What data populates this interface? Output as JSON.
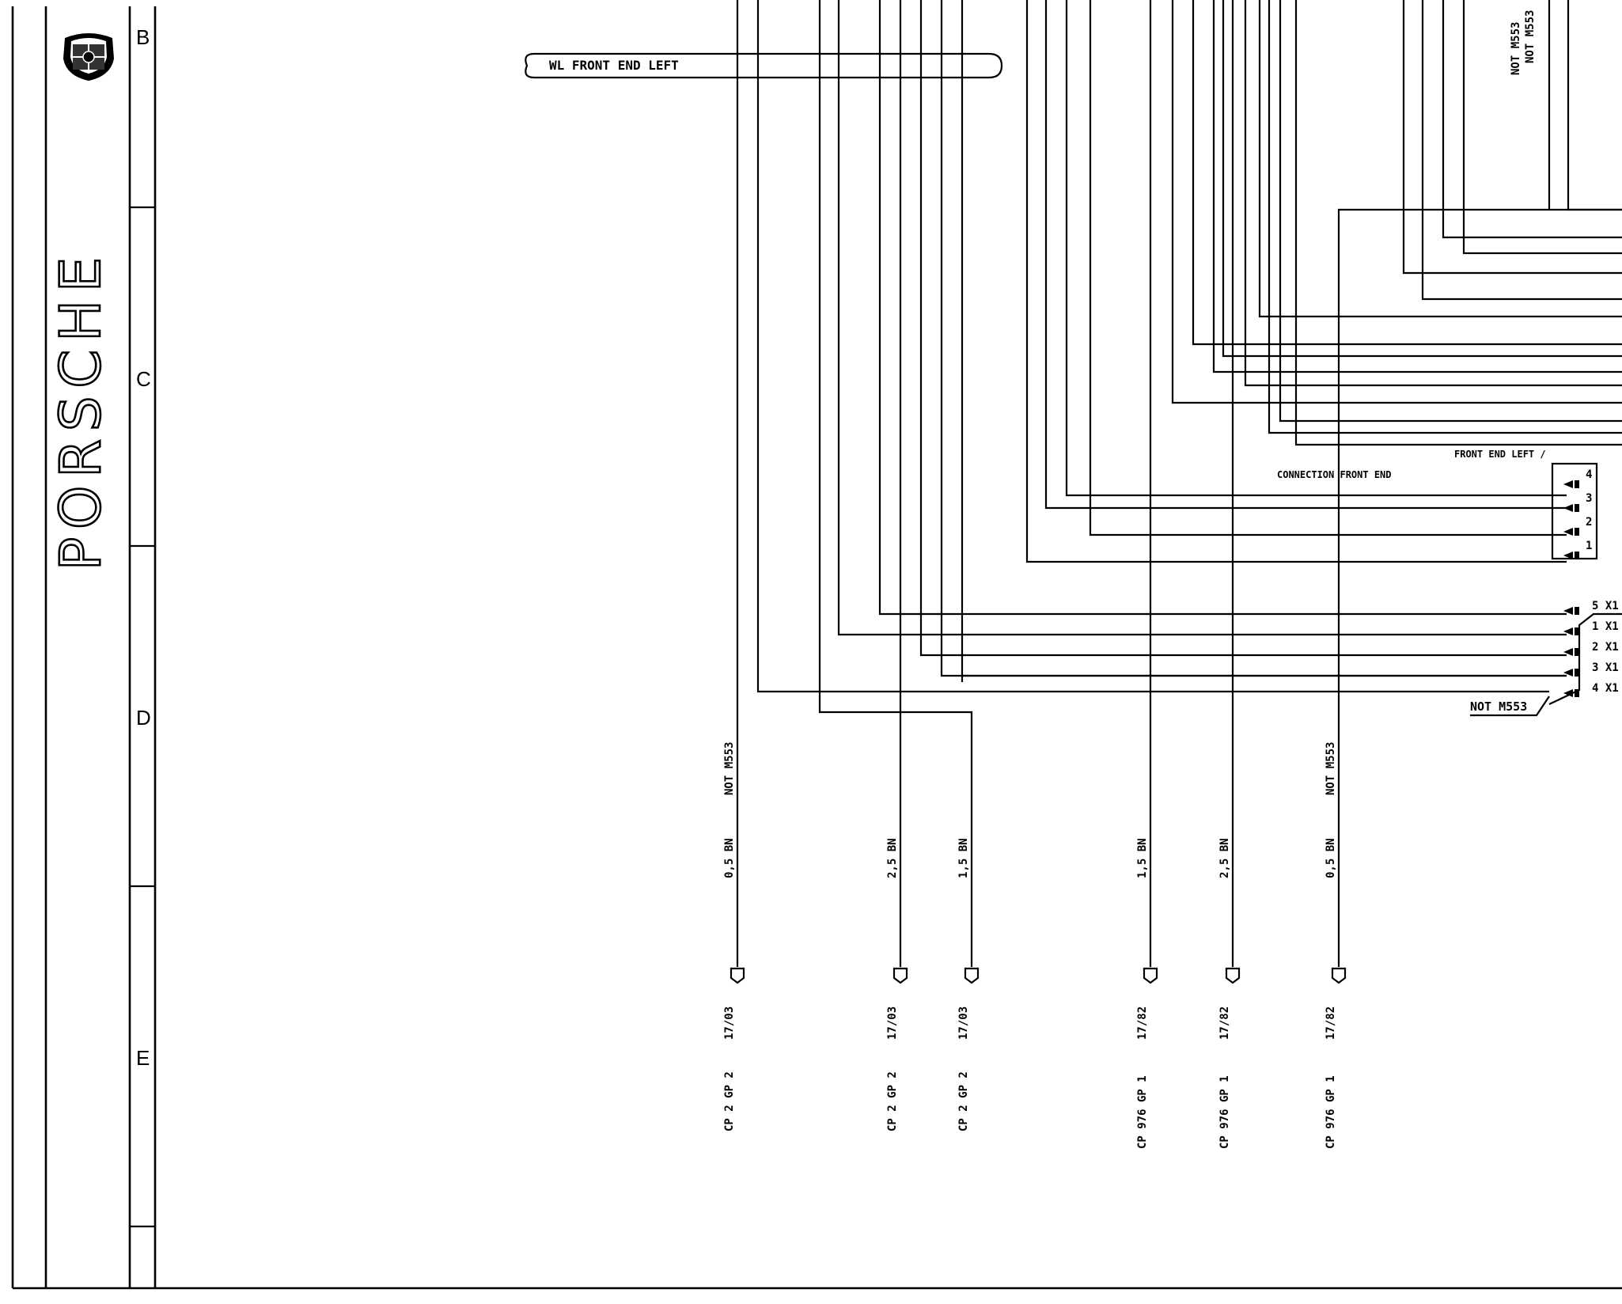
{
  "brand": {
    "logo_text": "PORSCHE"
  },
  "grid_rows": [
    "B",
    "C",
    "D",
    "E"
  ],
  "harness_label": "WL FRONT END LEFT",
  "top_notes": [
    "NOT M553",
    "NOT M553"
  ],
  "front_end_title": "FRONT END LEFT /",
  "connector": {
    "name": "CONNECTION FRONT END",
    "pins": [
      "4",
      "3",
      "2",
      "1"
    ]
  },
  "side_pins": [
    "5 X1",
    "1 X1",
    "2 X1",
    "3 X1",
    "4 X1"
  ],
  "not_note": "NOT M553",
  "wires": [
    {
      "size": "0,5 BN",
      "note": "NOT M553",
      "ref": "CP 2 GP 2",
      "page": "17/03"
    },
    {
      "size": "2,5 BN",
      "note": "",
      "ref": "CP 2 GP 2",
      "page": "17/03"
    },
    {
      "size": "1,5 BN",
      "note": "",
      "ref": "CP 2 GP 2",
      "page": "17/03"
    },
    {
      "size": "1,5 BN",
      "note": "",
      "ref": "CP 976 GP 1",
      "page": "17/82"
    },
    {
      "size": "2,5 BN",
      "note": "",
      "ref": "CP 976 GP 1",
      "page": "17/82"
    },
    {
      "size": "0,5 BN",
      "note": "NOT M553",
      "ref": "CP 976 GP 1",
      "page": "17/82"
    }
  ]
}
